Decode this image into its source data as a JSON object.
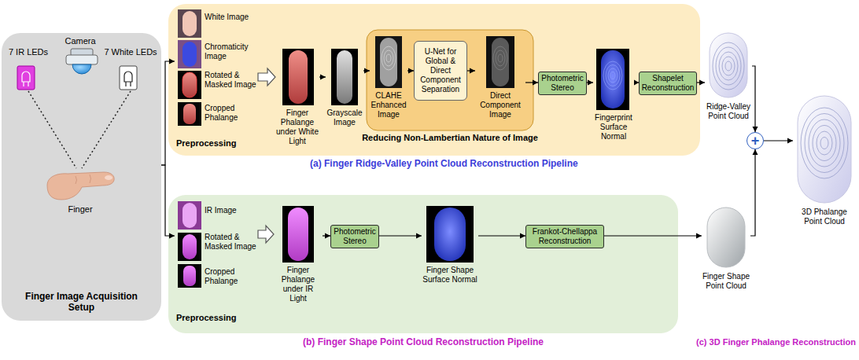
{
  "diagram": {
    "nodes": [
      {
        "text": [
          "Finger Image Acquisition Setup"
        ]
      },
      {
        "text": [
          "7 IR LEDs"
        ],
        "in": 0
      },
      {
        "text": [
          "Camera"
        ],
        "in": 0
      },
      {
        "text": [
          "7 White LEDs"
        ],
        "in": 0
      },
      {
        "text": [
          "Finger"
        ],
        "in": 0
      },
      {
        "text": [
          "(a) Finger Ridge-Valley Point Cloud Reconstruction Pipeline"
        ]
      },
      {
        "text": [
          "White Image",
          "Chromaticity Image",
          "Rotated & Masked Image",
          "Cropped Phalange",
          "Preprocessing"
        ],
        "in": 5
      },
      {
        "text": [
          "Finger Phalange under White Light"
        ],
        "in": 5
      },
      {
        "text": [
          "Grayscale Image"
        ],
        "in": 5
      },
      {
        "text": [
          "Reducing Non-Lambertian Nature of Image"
        ],
        "in": 5
      },
      {
        "text": [
          "CLAHE Enhanced Image"
        ],
        "in": 9
      },
      {
        "text": [
          "U-Net for Global & Direct Component Separation"
        ],
        "in": 9
      },
      {
        "text": [
          "Direct Component Image"
        ],
        "in": 9
      },
      {
        "text": [
          "Photometric Stereo"
        ],
        "in": 5
      },
      {
        "text": [
          "Fingerprint Surface Normal"
        ],
        "in": 5
      },
      {
        "text": [
          "Shapelet Reconstruction"
        ],
        "in": 5
      },
      {
        "text": [
          "Ridge-Valley Point Cloud"
        ]
      },
      {
        "text": [
          "(b) Finger Shape Point Cloud Reconstruction Pipeline"
        ]
      },
      {
        "text": [
          "IR Image",
          "Rotated & Masked Image",
          "Cropped Phalange",
          "Preprocessing"
        ],
        "in": 17
      },
      {
        "text": [
          "Finger Phalange under IR Light"
        ],
        "in": 17
      },
      {
        "text": [
          "Photometric Stereo"
        ],
        "in": 17
      },
      {
        "text": [
          "Finger Shape Surface Normal"
        ],
        "in": 17
      },
      {
        "text": [
          "Frankot-Chellappa Reconstruction"
        ],
        "in": 17
      },
      {
        "text": [
          "Finger Shape Point Cloud"
        ]
      },
      {
        "text": [
          "+"
        ]
      },
      {
        "text": [
          "3D Phalange Point Cloud"
        ]
      }
    ],
    "edges": [
      {
        "from": 1,
        "to": 4,
        "arrow": "none"
      },
      {
        "from": 3,
        "to": 4,
        "arrow": "none"
      },
      {
        "from": 0,
        "to": 6,
        "arrow": "to"
      },
      {
        "from": 0,
        "to": 18,
        "arrow": "to"
      },
      {
        "from": 6,
        "to": 7,
        "arrow": "to"
      },
      {
        "from": 7,
        "to": 8,
        "arrow": "to"
      },
      {
        "from": 8,
        "to": 10,
        "arrow": "to"
      },
      {
        "from": 10,
        "to": 11,
        "arrow": "to"
      },
      {
        "from": 11,
        "to": 12,
        "arrow": "to"
      },
      {
        "from": 12,
        "to": 13,
        "arrow": "to"
      },
      {
        "from": 13,
        "to": 14,
        "arrow": "to"
      },
      {
        "from": 14,
        "to": 15,
        "arrow": "to"
      },
      {
        "from": 15,
        "to": 16,
        "arrow": "to"
      },
      {
        "from": 16,
        "to": 24,
        "arrow": "to"
      },
      {
        "from": 18,
        "to": 19,
        "arrow": "to"
      },
      {
        "from": 19,
        "to": 20,
        "arrow": "to"
      },
      {
        "from": 20,
        "to": 21,
        "arrow": "to"
      },
      {
        "from": 21,
        "to": 22,
        "arrow": "to"
      },
      {
        "from": 22,
        "to": 23,
        "arrow": "to"
      },
      {
        "from": 23,
        "to": 24,
        "arrow": "to"
      },
      {
        "from": 24,
        "to": 25,
        "arrow": "to"
      }
    ],
    "labels": [
      "(c) 3D Finger Phalange Reconstruction"
    ]
  }
}
